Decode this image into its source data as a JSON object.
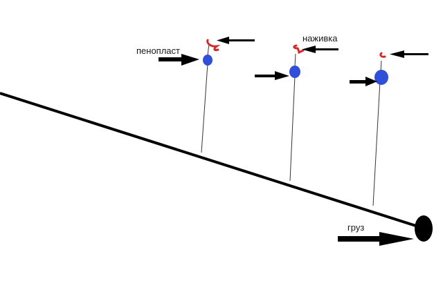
{
  "labels": {
    "float": "пенопласт",
    "bait": "наживка",
    "weight": "груз"
  },
  "colors": {
    "main_line": "#000000",
    "leader": "#333333",
    "float": "#2f4fd8",
    "bait": "#d42a2a",
    "weight": "#000000",
    "arrow": "#000000",
    "background": "#ffffff"
  },
  "icons": {
    "float": "float-ball-icon",
    "bait": "bait-hook-icon",
    "weight": "sinker-icon",
    "arrow": "right-arrow-icon"
  }
}
